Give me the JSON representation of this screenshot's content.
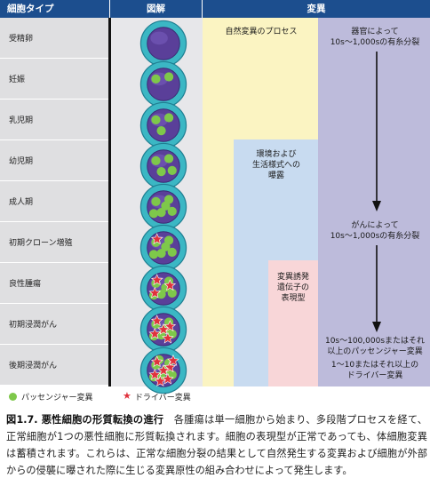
{
  "header": {
    "col_cell_type": "細胞タイプ",
    "col_diagram": "図解",
    "col_mutation": "変異"
  },
  "stages": [
    {
      "label": "受精卵",
      "passengers": 0,
      "drivers": 0
    },
    {
      "label": "妊娠",
      "passengers": 2,
      "drivers": 0
    },
    {
      "label": "乳児期",
      "passengers": 3,
      "drivers": 0
    },
    {
      "label": "幼児期",
      "passengers": 4,
      "drivers": 0
    },
    {
      "label": "成人期",
      "passengers": 6,
      "drivers": 0
    },
    {
      "label": "初期クローン増殖",
      "passengers": 6,
      "drivers": 1
    },
    {
      "label": "良性腫瘍",
      "passengers": 6,
      "drivers": 3
    },
    {
      "label": "初期浸潤がん",
      "passengers": 6,
      "drivers": 5
    },
    {
      "label": "後期浸潤がん",
      "passengers": 7,
      "drivers": 7
    }
  ],
  "regions": {
    "natural": "自然変異のプロセス",
    "organ": [
      "器官によって",
      "10s～1,000sの有糸分裂"
    ],
    "environment": [
      "環境および",
      "生活様式への",
      "曝露"
    ],
    "cancer": [
      "がんによって",
      "10s～1,000sの有糸分裂"
    ],
    "mutagen": [
      "変異誘発",
      "遺伝子の",
      "表現型"
    ],
    "many": [
      "10s～100,000sまたはそれ",
      "以上のパッセンジャー変異"
    ],
    "driver": [
      "1～10またはそれ以上の",
      "ドライバー変異"
    ]
  },
  "legend": {
    "passenger": "パッセンジャー変異",
    "driver": "ドライバー変異"
  },
  "caption": {
    "title": "図1.7. 悪性細胞の形質転換の進行",
    "text": "　各腫瘍は単一細胞から始まり、多段階プロセスを経て、正常細胞が1つの悪性細胞に形質転換されます。細胞の表現型が正常であっても、体細胞変異は蓄積されます。これらは、正常な細胞分裂の結果として自然発生する変異および細胞が外部からの侵襲に曝された際に生じる変異原性の組み合わせによって発生します。"
  },
  "colors": {
    "header_bg": "#1c4e8e",
    "natural_region": "#fbf4c2",
    "lavender_region": "#bdbbdb",
    "environment_region": "#c8dbf0",
    "mutagen_region": "#f8d6d8",
    "passenger_dot": "#7ec84a",
    "driver_star": "#e0323c"
  }
}
